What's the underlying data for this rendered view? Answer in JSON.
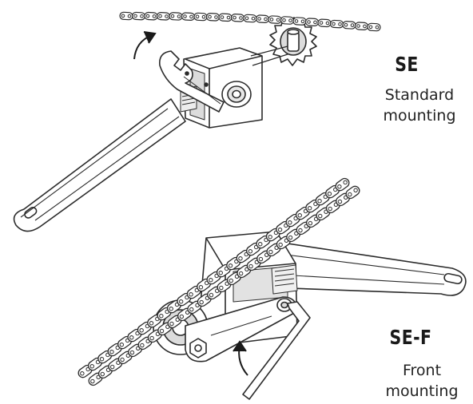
{
  "labels": {
    "se": {
      "code": "SE",
      "line1": "Standard",
      "line2": "mounting"
    },
    "sef": {
      "code": "SE-F",
      "line1": "Front",
      "line2": "mounting"
    }
  },
  "colors": {
    "stroke": "#2b2b2b",
    "fill": "#ffffff",
    "shade": "#dcdcdc",
    "text": "#1a1a1a"
  }
}
